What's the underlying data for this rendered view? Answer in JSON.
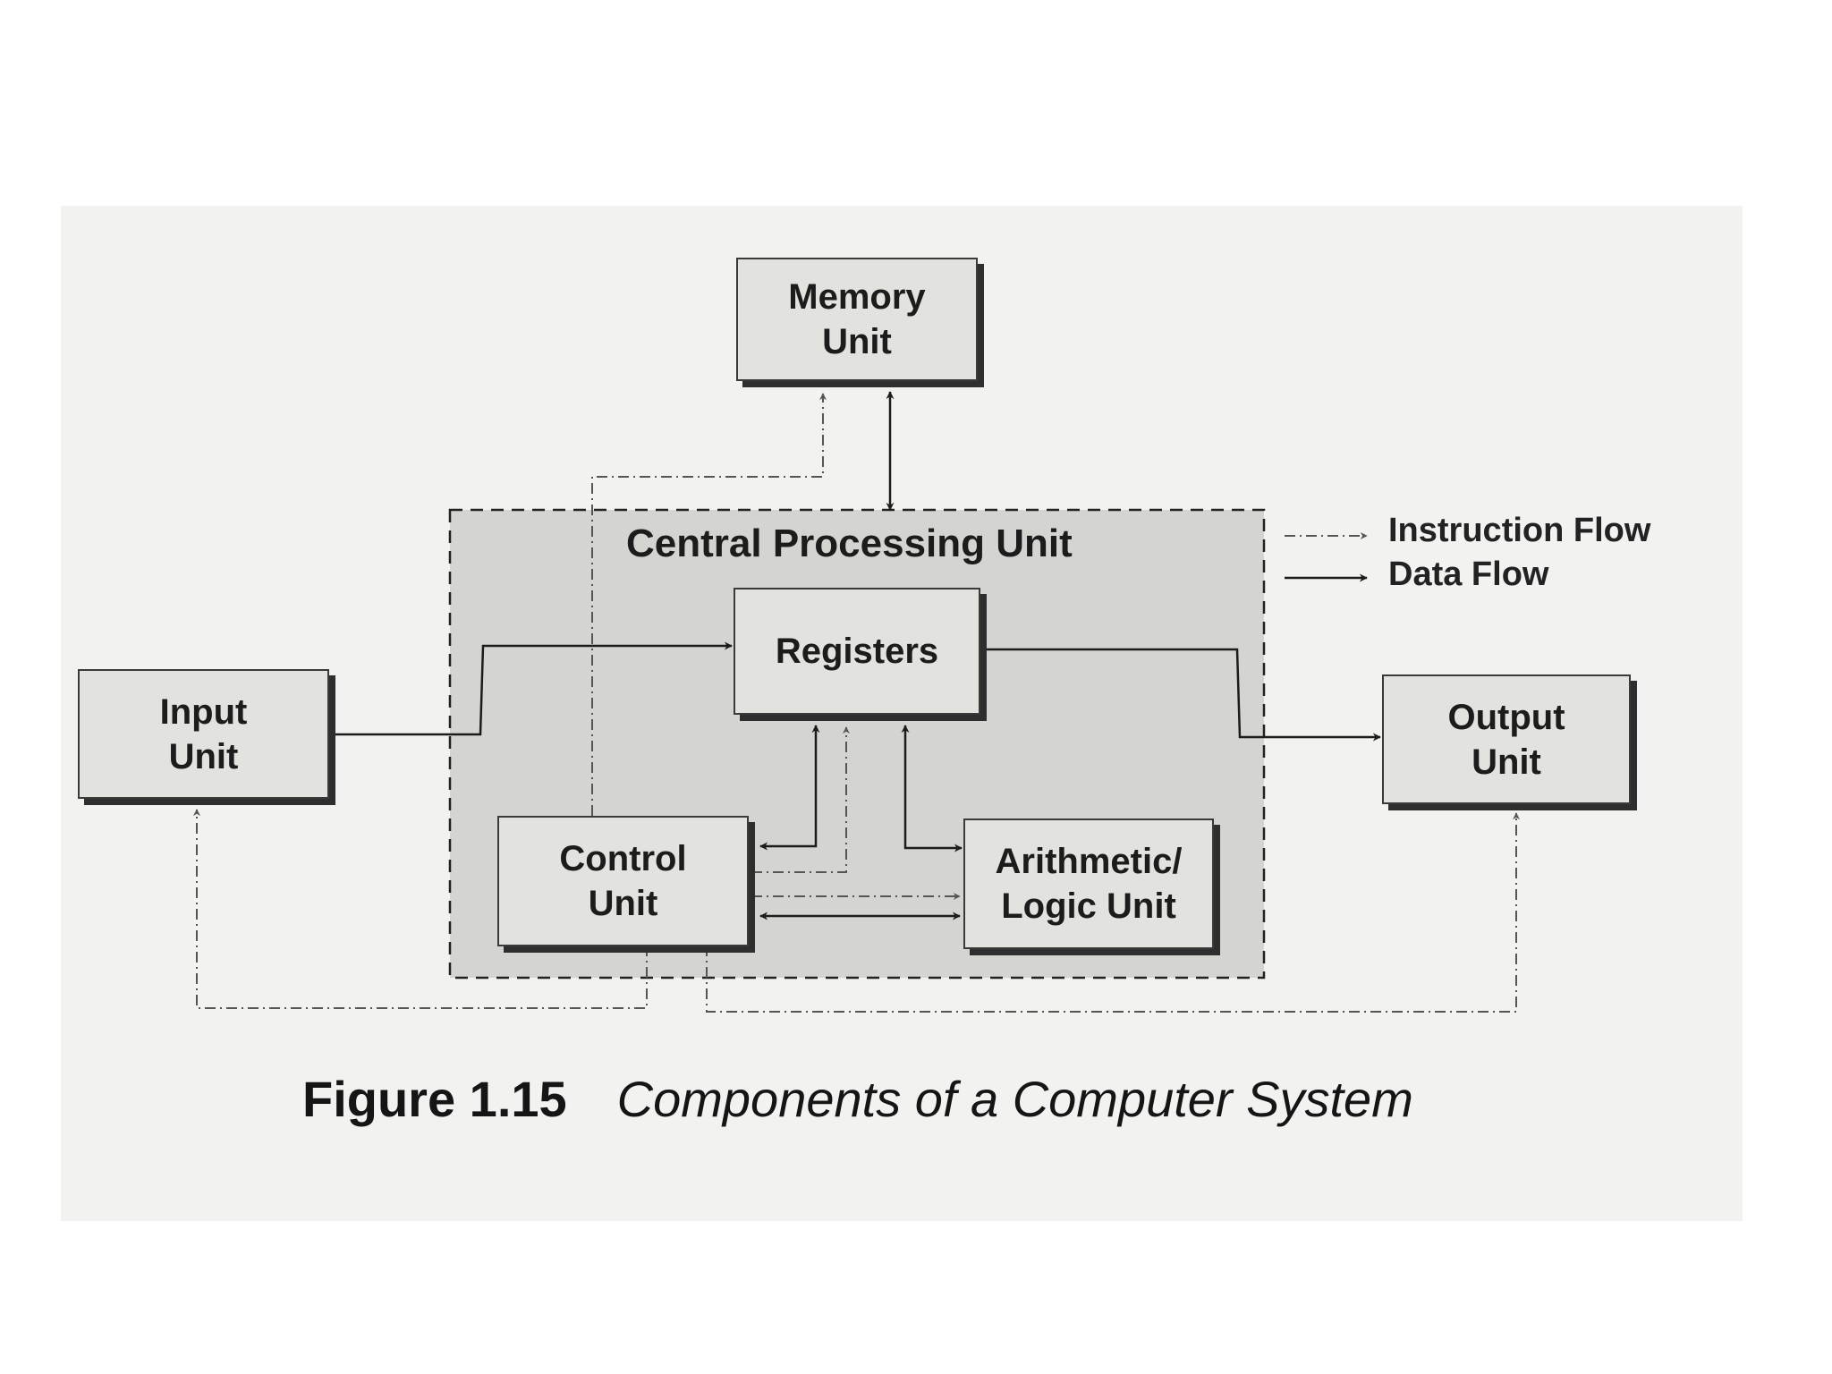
{
  "diagram": {
    "cpu_label": "Central Processing Unit",
    "units": {
      "memory": "Memory\nUnit",
      "registers": "Registers",
      "input": "Input\nUnit",
      "output": "Output\nUnit",
      "control": "Control\nUnit",
      "alu": "Arithmetic/\nLogic Unit"
    },
    "legend": {
      "instruction": "Instruction Flow",
      "data": "Data Flow"
    },
    "caption": {
      "number": "Figure 1.15",
      "title": "Components of a Computer System"
    },
    "colors": {
      "ink": "#1c1c1c",
      "box_fill": "#e2e2df",
      "cpu_fill": "#d4d4d1",
      "paper": "#f2f2f0"
    }
  }
}
